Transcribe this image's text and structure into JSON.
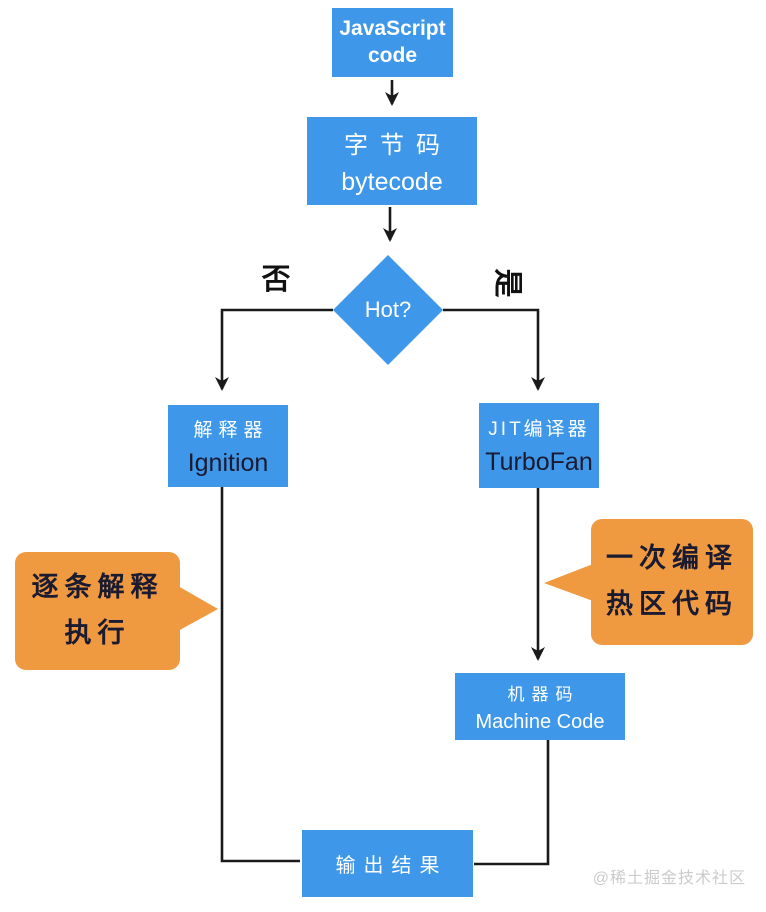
{
  "nodes": {
    "js_code": {
      "line1": "JavaScript",
      "line2": "code"
    },
    "bytecode": {
      "line1": "字节码",
      "line2": "bytecode"
    },
    "hot_check": {
      "label": "Hot?"
    },
    "interpreter": {
      "line1": "解释器",
      "line2": "Ignition"
    },
    "jit_compiler": {
      "line1": "JIT编译器",
      "line2": "TurboFan"
    },
    "machine_code": {
      "line1": "机器码",
      "line2": "Machine Code"
    },
    "output": {
      "label": "输出结果"
    }
  },
  "branch_labels": {
    "no": "否",
    "yes": "是"
  },
  "callouts": {
    "interpreter_note": {
      "line1": "逐条解释",
      "line2": "执行"
    },
    "jit_note": {
      "line1": "一次编译",
      "line2": "热区代码"
    }
  },
  "watermark": "@稀土掘金技术社区",
  "colors": {
    "node_blue": "#3E97E8",
    "callout_orange": "#EF9941",
    "connector_line": "#1A1A1A",
    "dark_text": "#1A1A30",
    "node_text": "#FFFFFF",
    "watermark_gray": "#CBCBCB"
  }
}
